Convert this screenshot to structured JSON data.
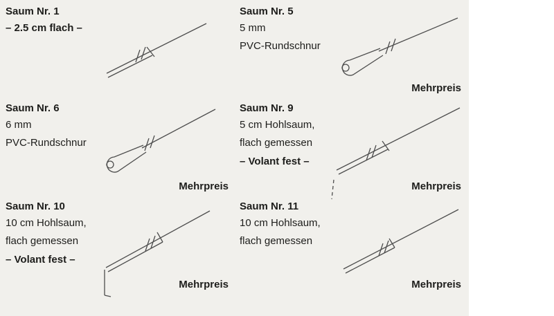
{
  "page": {
    "bg_color": "#f1f0ec",
    "text_color": "#1d1d1b"
  },
  "cells": [
    {
      "title": "Saum Nr. 1",
      "note": "– 2.5 cm flach –",
      "desc": [],
      "price": "",
      "drawing": "flat-hem"
    },
    {
      "title": "Saum Nr. 5",
      "note": "",
      "desc": [
        "5 mm",
        "PVC-Rundschnur"
      ],
      "price": "Mehrpreis",
      "drawing": "pvc-round-cord"
    },
    {
      "title": "Saum Nr. 6",
      "note": "",
      "desc": [
        "6 mm",
        "PVC-Rundschnur"
      ],
      "price": "Mehrpreis",
      "drawing": "pvc-round-cord"
    },
    {
      "title": "Saum Nr. 9",
      "note": "– Volant fest –",
      "desc": [
        "5 cm Hohlsaum,",
        "flach gemessen"
      ],
      "price": "Mehrpreis",
      "drawing": "hohlsaum-dashed-volant"
    },
    {
      "title": "Saum Nr. 10",
      "note": "– Volant fest –",
      "desc": [
        "10 cm Hohlsaum,",
        "flach gemessen"
      ],
      "price": "Mehrpreis",
      "drawing": "hohlsaum-corner-volant"
    },
    {
      "title": "Saum Nr. 11",
      "note": "",
      "desc": [
        "10 cm Hohlsaum,",
        "flach gemessen"
      ],
      "price": "Mehrpreis",
      "drawing": "hohlsaum"
    }
  ]
}
